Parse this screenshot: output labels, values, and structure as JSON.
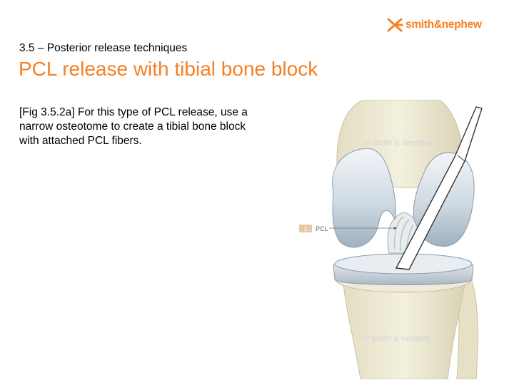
{
  "brand": {
    "name": "smith&nephew",
    "color": "#f58025"
  },
  "slide": {
    "section": "3.5 – Posterior release techniques",
    "title": "PCL release with tibial bone block",
    "body": "[Fig 3.5.2a] For this type of PCL release, use a narrow osteotome to create a tibial bone block with attached PCL fibers."
  },
  "figure": {
    "callout": {
      "number": "1",
      "label": "PCL"
    },
    "watermark": "© Smith & Nephew"
  },
  "colors": {
    "title": "#f58025",
    "implant": "#c8d4de",
    "bone": "#eae6cf",
    "callout_badge": "#e7c9a6"
  }
}
